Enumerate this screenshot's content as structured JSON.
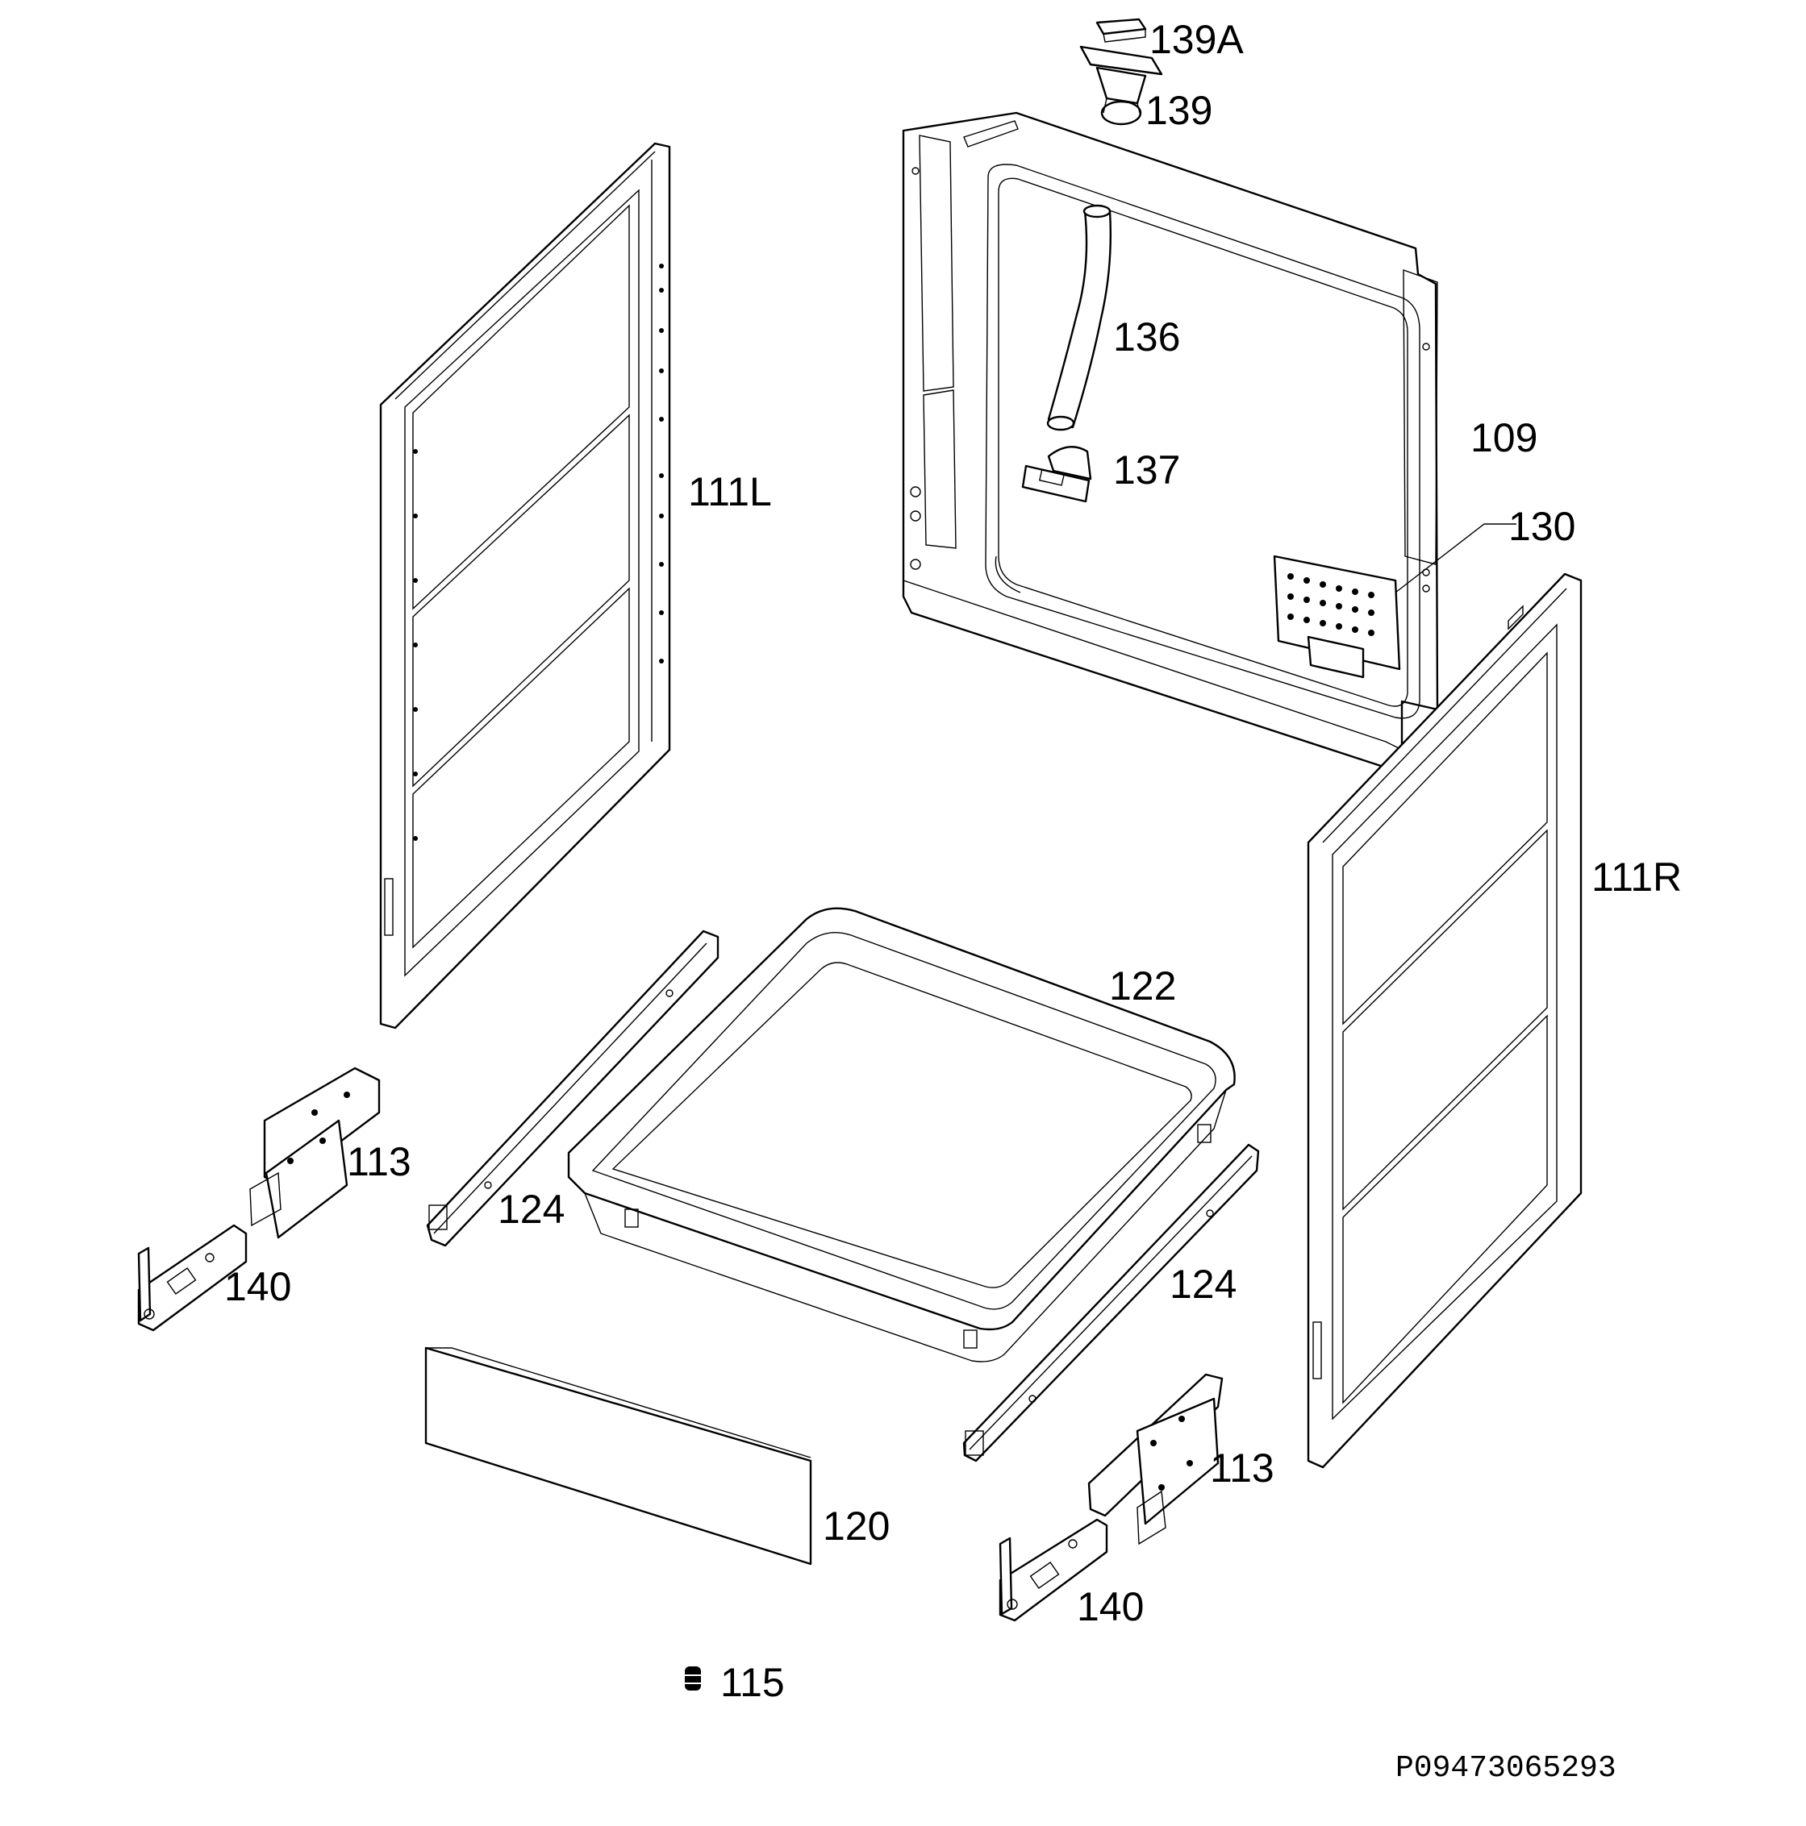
{
  "diagram": {
    "labels": {
      "p139a": "139A",
      "p139": "139",
      "p136": "136",
      "p109": "109",
      "p137": "137",
      "p130": "130",
      "p111l": "111L",
      "p111r": "111R",
      "p122": "122",
      "p113_left": "113",
      "p124_left": "124",
      "p140_left": "140",
      "p124_right": "124",
      "p113_right": "113",
      "p120": "120",
      "p140_right": "140",
      "p115": "115"
    },
    "drawing_code": "P09473065293"
  }
}
